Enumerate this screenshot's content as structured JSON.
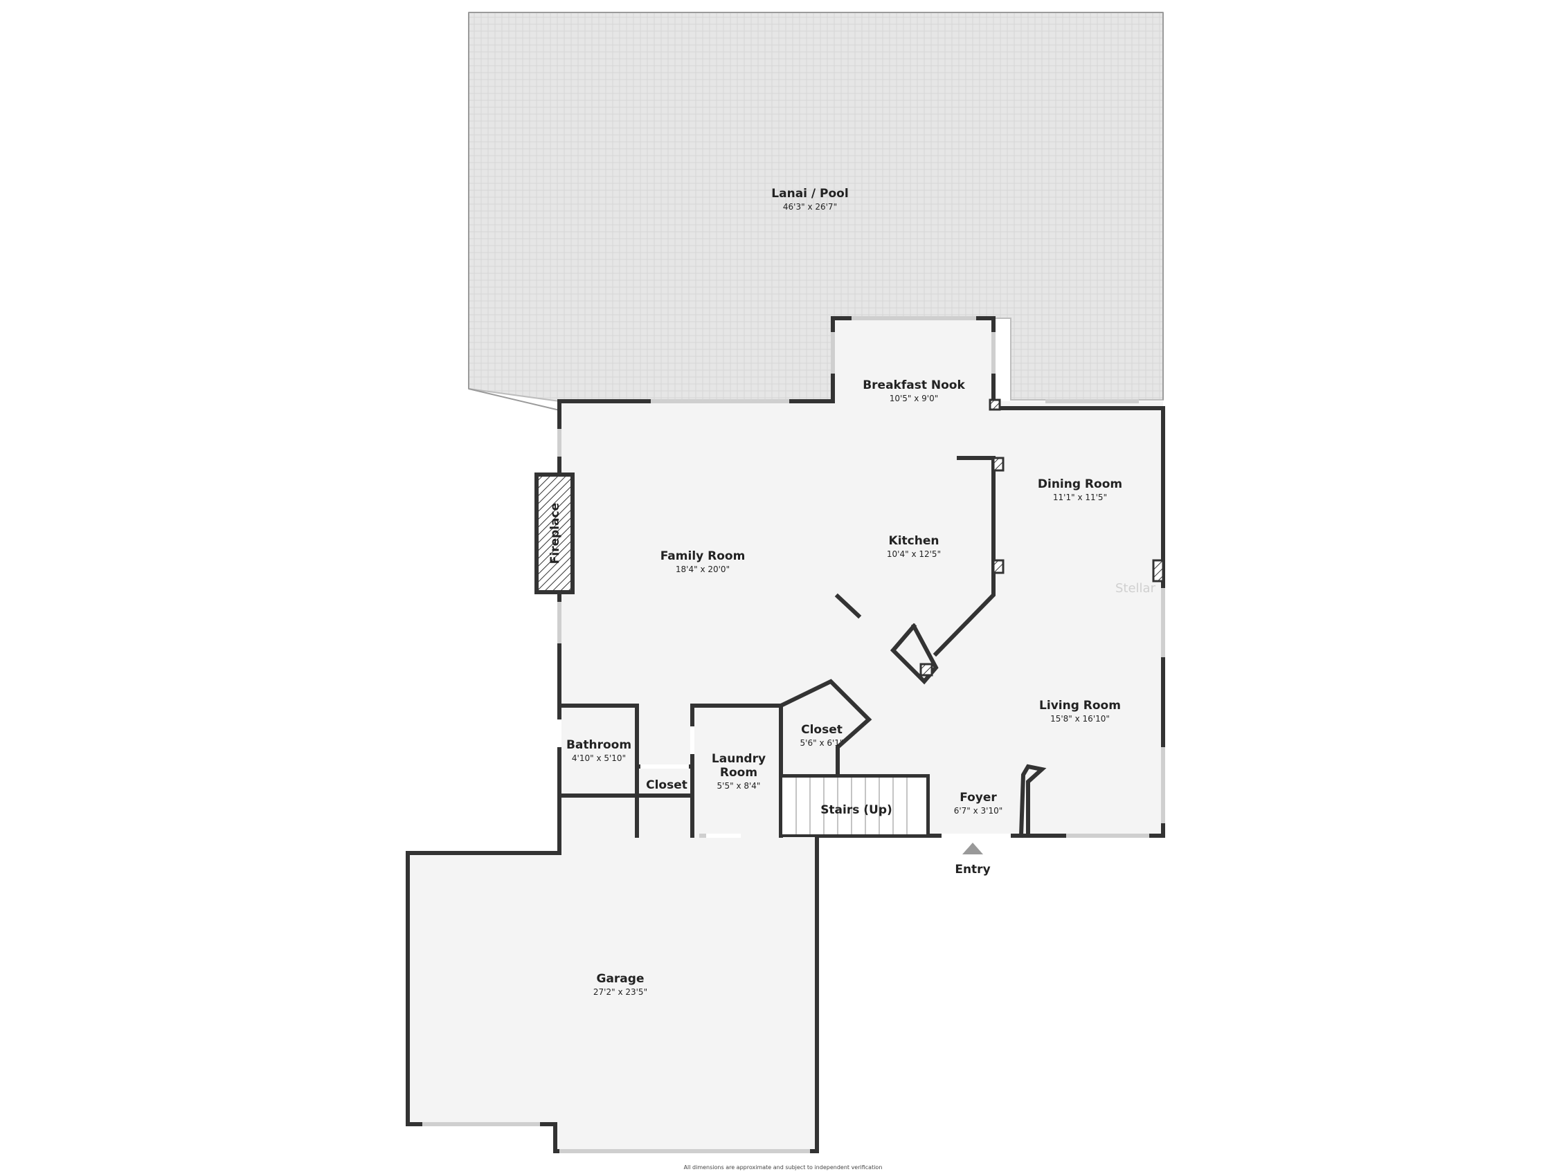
{
  "rooms": {
    "lanai": {
      "name": "Lanai / Pool",
      "dims": "46'3\" x 26'7\""
    },
    "breakfast_nook": {
      "name": "Breakfast Nook",
      "dims": "10'5\" x 9'0\""
    },
    "dining_room": {
      "name": "Dining Room",
      "dims": "11'1\" x 11'5\""
    },
    "kitchen": {
      "name": "Kitchen",
      "dims": "10'4\" x 12'5\""
    },
    "family_room": {
      "name": "Family Room",
      "dims": "18'4\" x 20'0\""
    },
    "living_room": {
      "name": "Living Room",
      "dims": "15'8\" x 16'10\""
    },
    "closet_small": {
      "name": "Closet",
      "dims": "5'6\" x 6'1\""
    },
    "bathroom": {
      "name": "Bathroom",
      "dims": "4'10\" x 5'10\""
    },
    "closet_hall": {
      "name": "Closet"
    },
    "laundry": {
      "name_line1": "Laundry",
      "name_line2": "Room",
      "dims": "5'5\" x 8'4\""
    },
    "stairs": {
      "name": "Stairs (Up)"
    },
    "foyer": {
      "name": "Foyer",
      "dims": "6'7\" x 3'10\""
    },
    "garage": {
      "name": "Garage",
      "dims": "27'2\" x 23'5\""
    }
  },
  "fireplace": {
    "label": "Fireplace"
  },
  "entry": {
    "label": "Entry"
  },
  "watermark": "Stellar",
  "disclaimer": "All dimensions are approximate and subject to independent verification",
  "colors": {
    "wall": "#333333",
    "floor": "#f4f4f4",
    "lanai": "#e4e4e4",
    "window": "#cfcfcf"
  }
}
